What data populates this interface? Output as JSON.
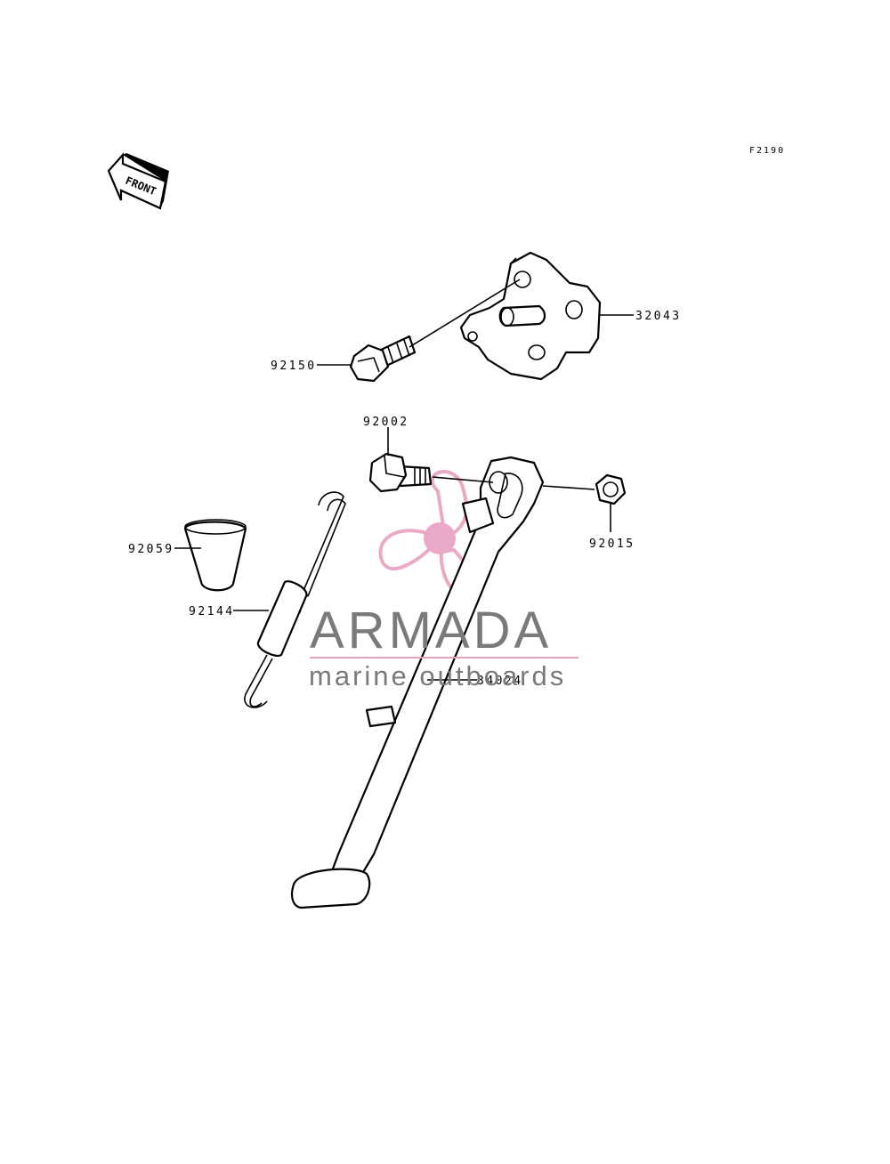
{
  "diagram_code": "F2190",
  "front_label": "FRONT",
  "parts": {
    "bracket": "32043",
    "bracket_bolt": "92150",
    "pivot_bolt": "92002",
    "nut": "92015",
    "collar": "92059",
    "spring": "92144",
    "side_stand": "34024"
  },
  "watermark": {
    "title": "ARMADA",
    "subtitle": "marine outboards",
    "logo_color": "#e8a0c0",
    "text_color": "#7a7a7a"
  }
}
